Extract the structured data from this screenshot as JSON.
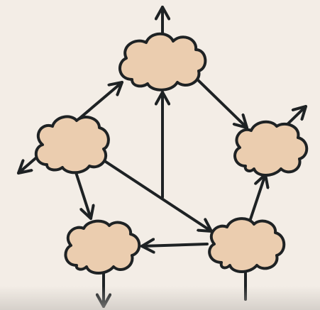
{
  "diagram": {
    "description_label": "",
    "colors": {
      "background": "#f3ede6",
      "cloud_fill": "#ebcdaf",
      "stroke": "#1e2224"
    },
    "nodes": [
      {
        "id": "cloud-top",
        "label": ""
      },
      {
        "id": "cloud-left",
        "label": ""
      },
      {
        "id": "cloud-right",
        "label": ""
      },
      {
        "id": "cloud-bottom-left",
        "label": ""
      },
      {
        "id": "cloud-bottom-right",
        "label": ""
      }
    ],
    "edges": [
      {
        "from": "cloud-left",
        "to": "cloud-top"
      },
      {
        "from": "cloud-top",
        "to": "cloud-right"
      },
      {
        "from": "cloud-left",
        "to": "cloud-bottom-left"
      },
      {
        "from": "cloud-left",
        "to": "cloud-bottom-right"
      },
      {
        "from": "cloud-bottom-right",
        "to": "cloud-top"
      },
      {
        "from": "cloud-bottom-right",
        "to": "cloud-bottom-left"
      },
      {
        "from": "cloud-bottom-right",
        "to": "cloud-right"
      }
    ],
    "external_edges": [
      {
        "from": "cloud-top",
        "direction": "out-up"
      },
      {
        "from": "cloud-right",
        "direction": "out-up-right"
      },
      {
        "from": "cloud-left",
        "direction": "out-down-left"
      },
      {
        "from": "cloud-bottom-left",
        "direction": "out-down"
      },
      {
        "to": "cloud-bottom-right",
        "direction": "in-from-below"
      }
    ]
  }
}
